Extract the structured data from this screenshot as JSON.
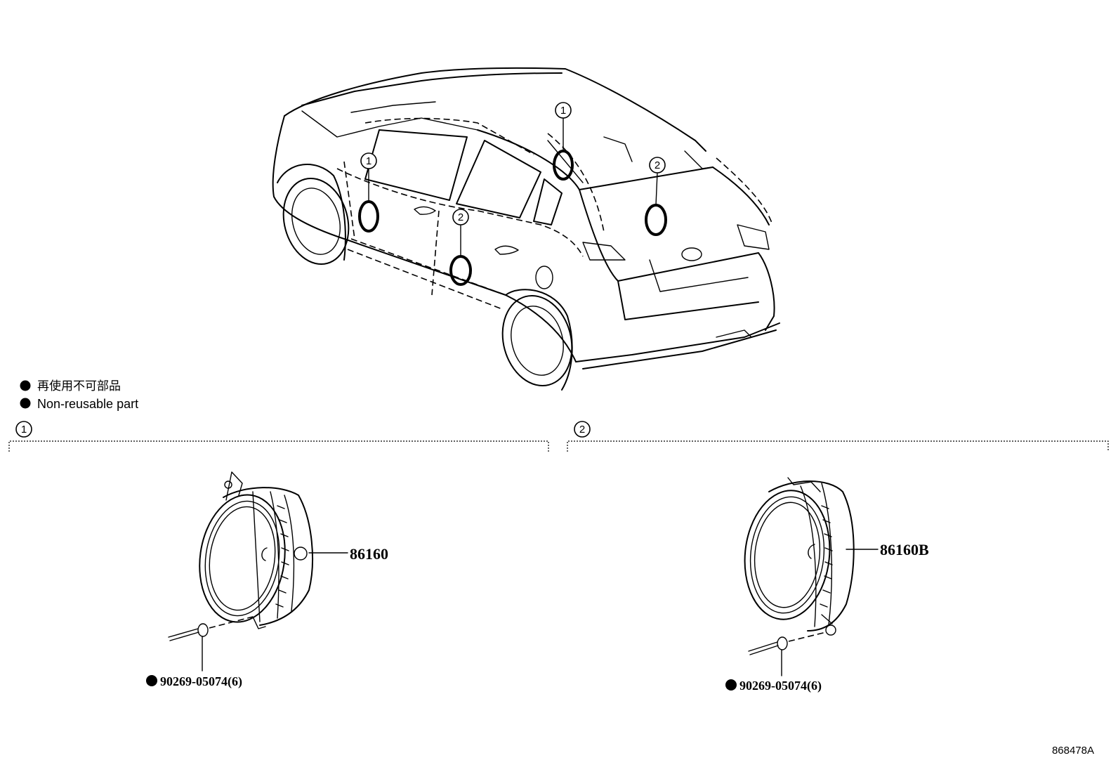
{
  "legend": {
    "line1": "再使用不可部品",
    "line2": "Non-reusable part"
  },
  "car_callouts": {
    "front_door_left": "1",
    "front_door_right": "1",
    "rear_door_left": "2",
    "rear_door_right": "2"
  },
  "section1": {
    "number": "1",
    "part_number": "86160",
    "rivet_part": "90269-05074(6)"
  },
  "section2": {
    "number": "2",
    "part_number": "86160B",
    "rivet_part": "90269-05074(6)"
  },
  "figure_id": "868478A",
  "colors": {
    "ink": "#000000",
    "paper": "#ffffff"
  }
}
